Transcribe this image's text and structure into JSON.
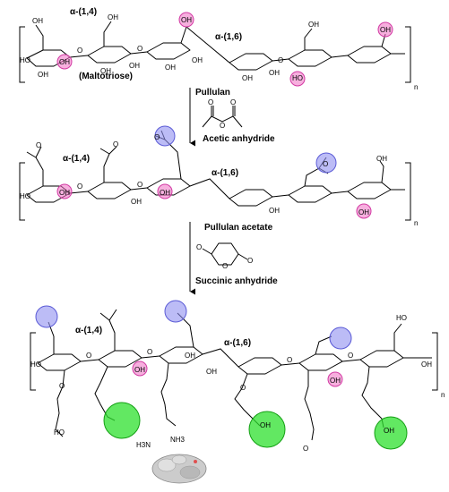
{
  "rows": [
    {
      "product": "Pullulan",
      "linkages": [
        "α-(1,4)",
        "α-(1,6)"
      ],
      "subunit": "(Maltotriose)",
      "repeat": "n",
      "atoms": [
        "OH",
        "OH",
        "HO",
        "OH",
        "OH",
        "OH",
        "OH",
        "OH",
        "OH",
        "OH",
        "OH",
        "OH",
        "OH",
        "HO",
        "OH",
        "O",
        "O",
        "O"
      ]
    },
    {
      "product": "Pullulan acetate",
      "linkages": [
        "α-(1,4)",
        "α-(1,6)"
      ],
      "repeat": "n",
      "atoms": [
        "HO",
        "OH",
        "OH",
        "OH",
        "OH",
        "OH",
        "OH",
        "O",
        "O",
        "O",
        "O",
        "O",
        "O"
      ]
    },
    {
      "linkages": [
        "α-(1,4)",
        "α-(1,6)"
      ],
      "repeat": "n",
      "atoms": [
        "HO",
        "OH",
        "OH",
        "OH",
        "OH",
        "HO",
        "OH",
        "O",
        "O",
        "O",
        "O",
        "O",
        "O"
      ],
      "extra_atoms": {
        "cooh_1": "HO",
        "cooh_2": "OH",
        "cooh_3": "OH",
        "carboxylate": "O",
        "amine_1": "H3N",
        "amine_2": "NH3"
      }
    }
  ],
  "reagents": [
    {
      "name": "Acetic anhydride"
    },
    {
      "name": "Succinic anhydride"
    }
  ],
  "colors": {
    "hydroxyl_highlight": "#f06ec3",
    "acetyl_highlight": "#8f8ff0",
    "carboxyl_highlight": "#2ee02e"
  }
}
